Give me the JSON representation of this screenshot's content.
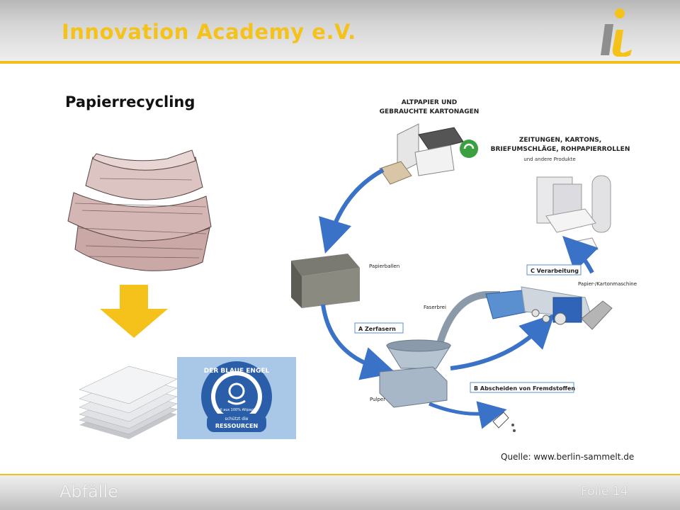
{
  "header": {
    "title": "Innovation Academy e.V.",
    "logo_icon": "innovation-academy-logo"
  },
  "slide": {
    "title": "Papierrecycling",
    "arrow_icon": "down-arrow-icon",
    "source": "Quelle: www.berlin-sammelt.de"
  },
  "diagram": {
    "altpapier": [
      "ALTPAPIER UND",
      "GEBRAUCHTE KARTONAGEN"
    ],
    "products": [
      "ZEITUNGEN, KARTONS,",
      "BRIEFUMSCHLÄGE, ROHPAPIERROLLEN"
    ],
    "products_sub": "und andere Produkte",
    "papierballen": "Papierballen",
    "step_a": "A  Zerfasern",
    "step_b": "B  Abscheiden von Fremdstoffen",
    "step_c": "C  Verarbeitung",
    "faserbrei": "Faserbrei",
    "pulper": "Pulper",
    "maschine": "Papier-/Kartonmaschine"
  },
  "blue_angel": {
    "top_text": "DER BLAUE ENGEL",
    "mid_text": "weil aus 100% Altpapier",
    "small_text": "schützt die",
    "bottom_text": "RESSOURCEN"
  },
  "footer": {
    "section": "Abfälle",
    "page": "Folie 14"
  },
  "colors": {
    "accent": "#f5c21b",
    "arrow_blue": "#3a72c8",
    "label_box_border": "#5a8fd0"
  }
}
